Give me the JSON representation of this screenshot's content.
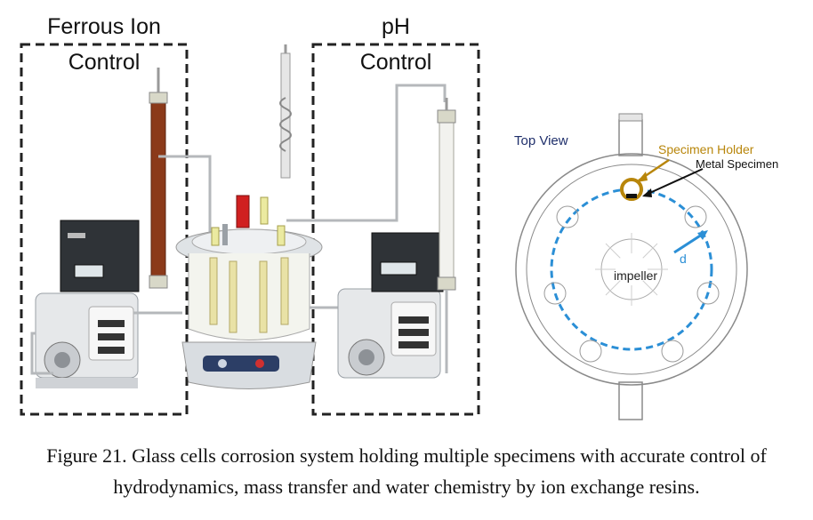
{
  "labels": {
    "ferrous_line1": "Ferrous Ion",
    "ferrous_line2": "Control",
    "ph_line1": "pH",
    "ph_line2": "Control"
  },
  "top_view": {
    "title": "Top View",
    "specimen_holder": "Specimen Holder",
    "metal_specimen": "Metal Specimen",
    "impeller": "impeller",
    "d": "d"
  },
  "caption": {
    "line1": "Figure 21. Glass cells corrosion system holding multiple specimens with accurate control of",
    "line2": "hydrodynamics, mass transfer and water chemistry by ion exchange resins."
  },
  "colors": {
    "dashed_box": "#222222",
    "specimen_holder": "#b8860b",
    "circle_dashed": "#2b8fd6",
    "resin_column": "#8b3a1a",
    "top_view_title": "#1f2f6b"
  }
}
